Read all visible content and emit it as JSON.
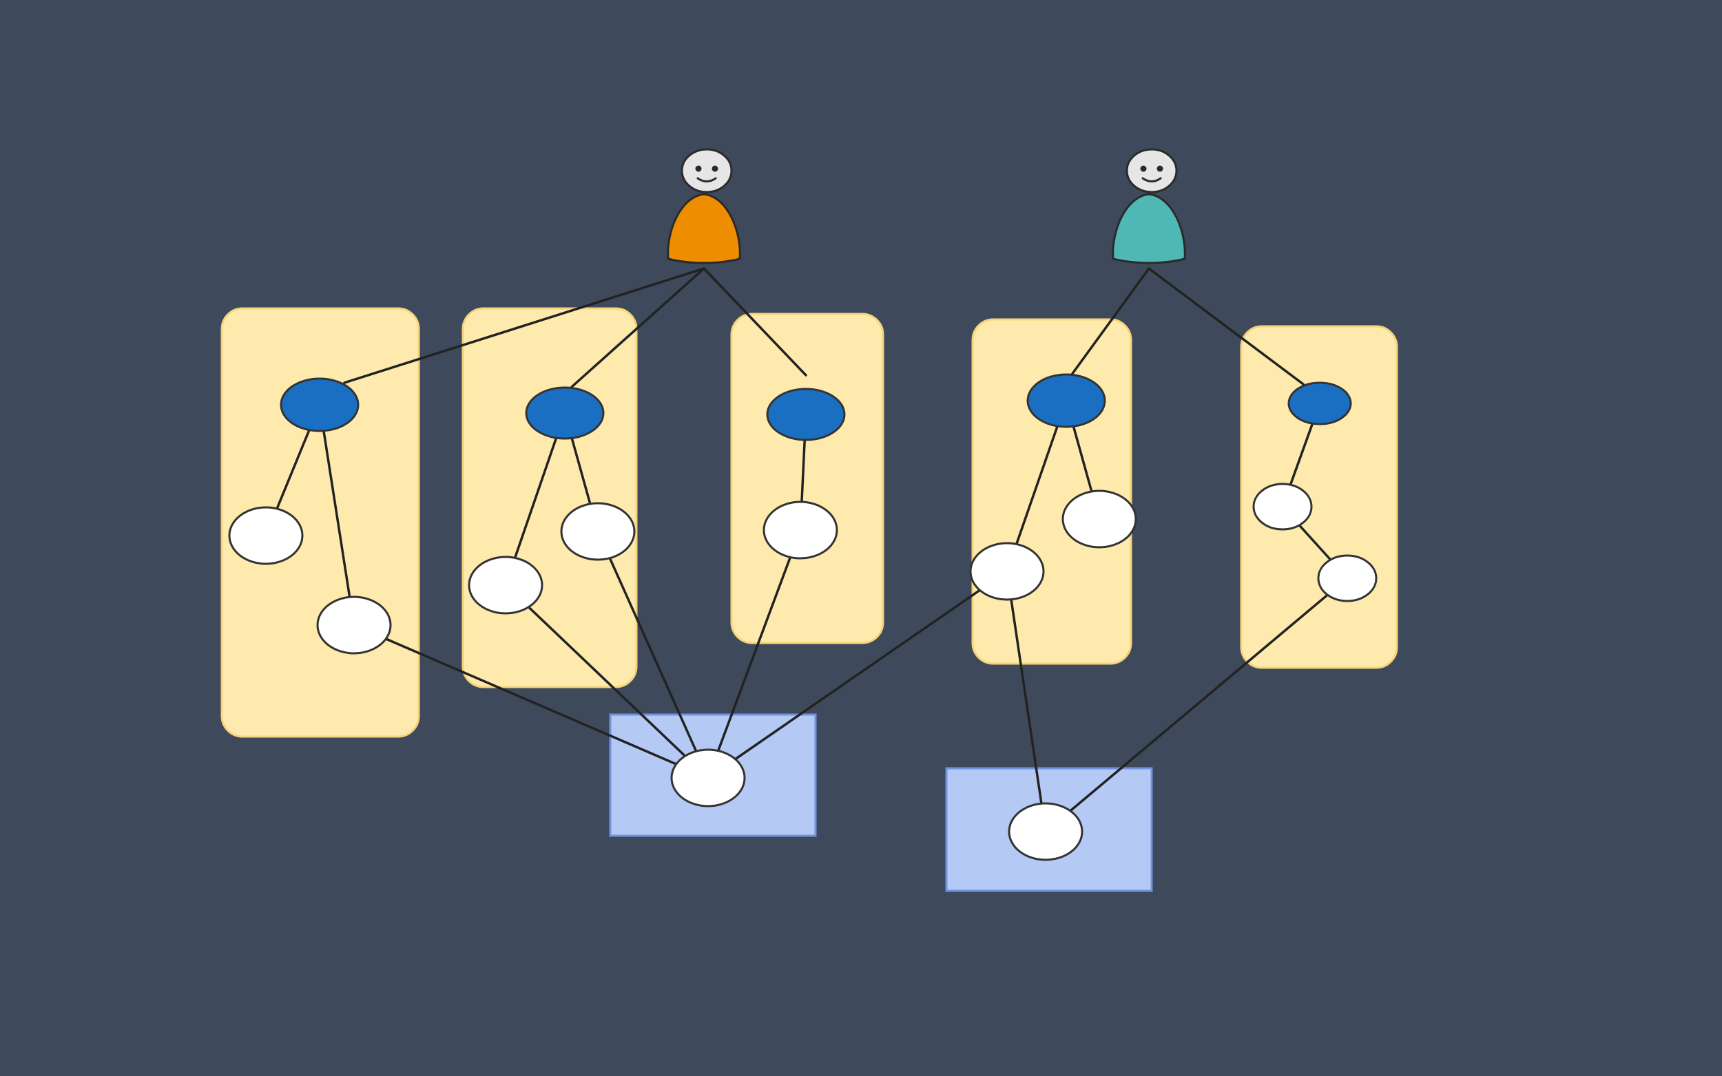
{
  "colors": {
    "background": "#3e4a5b",
    "group_fill": "#ffeaad",
    "group_stroke": "#f5d47a",
    "shared_fill": "#b4c9f3",
    "shared_stroke": "#6f93de",
    "root_node": "#1b6fc2",
    "leaf_node": "#ffffff",
    "node_stroke": "#333333",
    "edge": "#222222",
    "head_fill": "#e6e6e6",
    "figure_stroke": "#2a2a2a"
  },
  "people": [
    {
      "id": "person-1",
      "icon": "person-icon",
      "body_color": "#ee8d00"
    },
    {
      "id": "person-2",
      "icon": "person-icon",
      "body_color": "#4fb8b5"
    }
  ],
  "groups": [
    {
      "id": "group-1",
      "kind": "tree-group"
    },
    {
      "id": "group-2",
      "kind": "tree-group"
    },
    {
      "id": "group-3",
      "kind": "tree-group"
    },
    {
      "id": "group-4",
      "kind": "tree-group"
    },
    {
      "id": "group-5",
      "kind": "tree-group"
    }
  ],
  "shared_boxes": [
    {
      "id": "shared-1",
      "kind": "shared-box"
    },
    {
      "id": "shared-2",
      "kind": "shared-box"
    }
  ],
  "nodes": [
    {
      "id": "g1-root",
      "type": "root"
    },
    {
      "id": "g1-a",
      "type": "leaf"
    },
    {
      "id": "g1-b",
      "type": "leaf"
    },
    {
      "id": "g2-root",
      "type": "root"
    },
    {
      "id": "g2-a",
      "type": "leaf"
    },
    {
      "id": "g2-b",
      "type": "leaf"
    },
    {
      "id": "g3-root",
      "type": "root"
    },
    {
      "id": "g3-a",
      "type": "leaf"
    },
    {
      "id": "g4-root",
      "type": "root"
    },
    {
      "id": "g4-a",
      "type": "leaf"
    },
    {
      "id": "g4-b",
      "type": "leaf"
    },
    {
      "id": "g5-root",
      "type": "root"
    },
    {
      "id": "g5-a",
      "type": "leaf"
    },
    {
      "id": "g5-b",
      "type": "leaf"
    },
    {
      "id": "s1-node",
      "type": "leaf"
    },
    {
      "id": "s2-node",
      "type": "leaf"
    }
  ],
  "edges": [
    [
      "person-1",
      "g1-root"
    ],
    [
      "person-1",
      "g2-root"
    ],
    [
      "person-1",
      "g3-root"
    ],
    [
      "person-2",
      "g4-root"
    ],
    [
      "person-2",
      "g5-root"
    ],
    [
      "g1-root",
      "g1-a"
    ],
    [
      "g1-root",
      "g1-b"
    ],
    [
      "g2-root",
      "g2-a"
    ],
    [
      "g2-root",
      "g2-b"
    ],
    [
      "g3-root",
      "g3-a"
    ],
    [
      "g4-root",
      "g4-a"
    ],
    [
      "g4-root",
      "g4-b"
    ],
    [
      "g5-root",
      "g5-a"
    ],
    [
      "g5-a",
      "g5-b"
    ],
    [
      "g1-b",
      "s1-node"
    ],
    [
      "g2-a",
      "s1-node"
    ],
    [
      "g2-b",
      "s1-node"
    ],
    [
      "g3-a",
      "s1-node"
    ],
    [
      "g4-a",
      "s1-node"
    ],
    [
      "g4-a",
      "s2-node"
    ],
    [
      "g5-b",
      "s2-node"
    ]
  ]
}
